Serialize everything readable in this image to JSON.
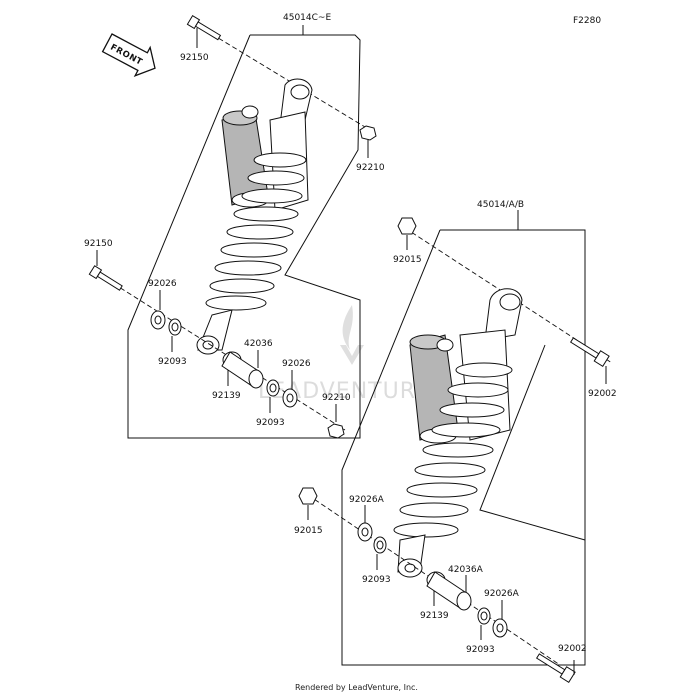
{
  "diagram_code": "F2280",
  "front_badge": "FRONT",
  "watermark": "LEADVENTURE",
  "footer": "Rendered by LeadVenture, Inc.",
  "assembly_labels": {
    "upper": "45014C~E",
    "lower": "45014/A/B"
  },
  "callouts": {
    "upper_bolt": "92150",
    "upper_nut_top": "92210",
    "upper_bolt_left": "92150",
    "upper_washer_left": "92026",
    "upper_seal_left": "92093",
    "upper_collar": "42036",
    "upper_bushing": "92139",
    "upper_washer_right": "92026",
    "upper_seal_right": "92093",
    "upper_nut_bottom": "92210",
    "lower_nut_top": "92015",
    "lower_bolt_right": "92002",
    "lower_nut_left": "92015",
    "lower_washer_left": "92026A",
    "lower_seal_left": "92093",
    "lower_collar": "42036A",
    "lower_bushing": "92139",
    "lower_washer_right": "92026A",
    "lower_seal_right": "92093",
    "lower_bolt_bottom": "92002"
  }
}
